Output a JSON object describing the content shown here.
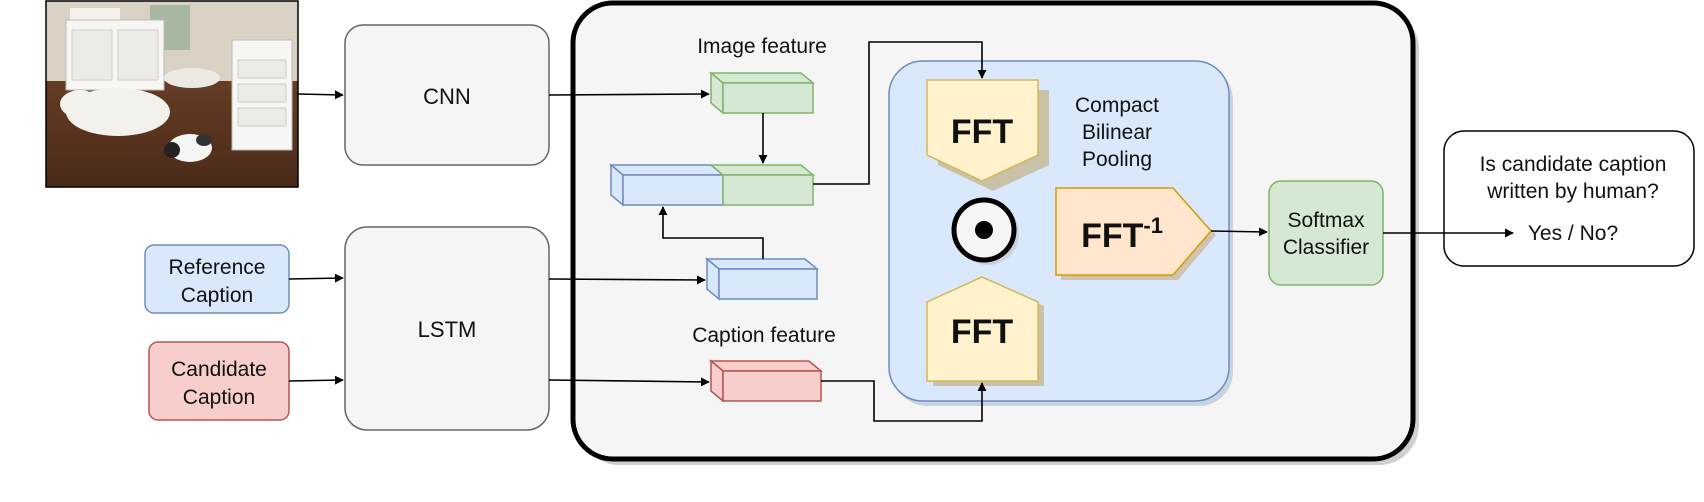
{
  "input_photo": {
    "description_shown": ""
  },
  "nodes": {
    "cnn": "CNN",
    "lstm": "LSTM",
    "reference_caption": [
      "Reference",
      "Caption"
    ],
    "candidate_caption": [
      "Candidate",
      "Caption"
    ],
    "image_feature": "Image feature",
    "caption_feature": "Caption feature",
    "fft_top": "FFT",
    "fft_bottom": "FFT",
    "ifft_base": "FFT",
    "ifft_sup": "-1",
    "cbp": [
      "Compact",
      "Bilinear",
      "Pooling"
    ],
    "softmax": [
      "Softmax",
      "Classifier"
    ],
    "question": [
      "Is candidate caption",
      "written by human?"
    ],
    "answer": "Yes / No?"
  },
  "colors": {
    "blue_fill": "#dae8fc",
    "blue_stroke": "#6c8ebf",
    "green_fill": "#d5e8d4",
    "green_stroke": "#82b366",
    "red_fill": "#f8cecc",
    "red_stroke": "#b85450",
    "yellow_fill": "#fff2cc",
    "yellow_stroke": "#d6b656",
    "orange_fill": "#ffe6cc",
    "orange_stroke": "#d79b00",
    "gray_fill": "#f5f5f5",
    "gray_stroke": "#666666"
  }
}
